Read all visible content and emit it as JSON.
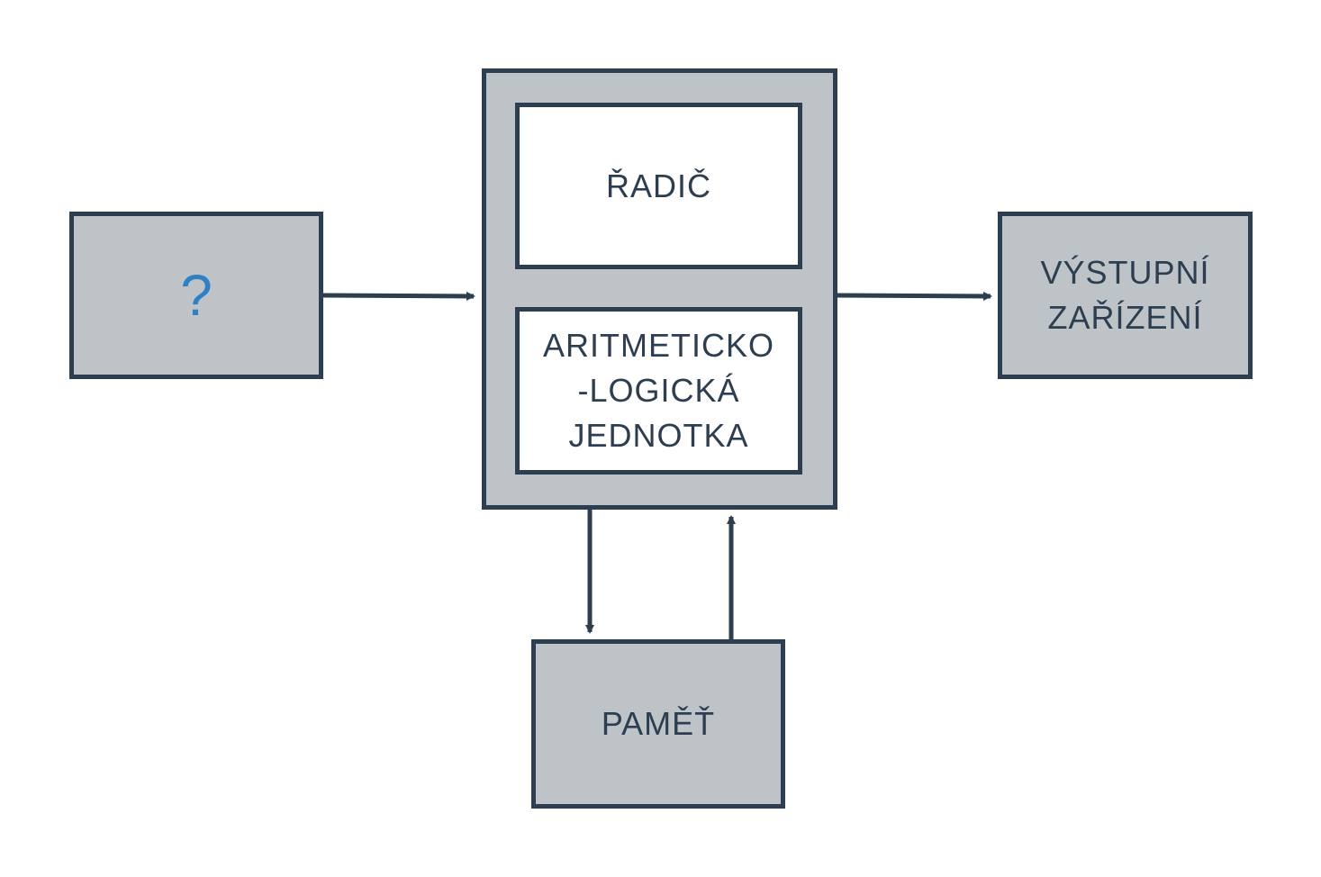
{
  "diagram": {
    "input_device": {
      "label": "?"
    },
    "cpu": {
      "control_unit": {
        "label": "ŘADIČ"
      },
      "alu": {
        "lines": [
          "ARITMETICKO",
          "-LOGICKÁ",
          "JEDNOTKA"
        ]
      }
    },
    "output_device": {
      "lines": [
        "VÝSTUPNÍ",
        "ZAŘÍZENÍ"
      ]
    },
    "memory": {
      "label": "PAMĚŤ"
    },
    "colors": {
      "stroke": "#2c3e50",
      "box_fill": "#bdc3c7",
      "inner_fill": "#ffffff",
      "question_mark": "#2f80c4"
    }
  }
}
